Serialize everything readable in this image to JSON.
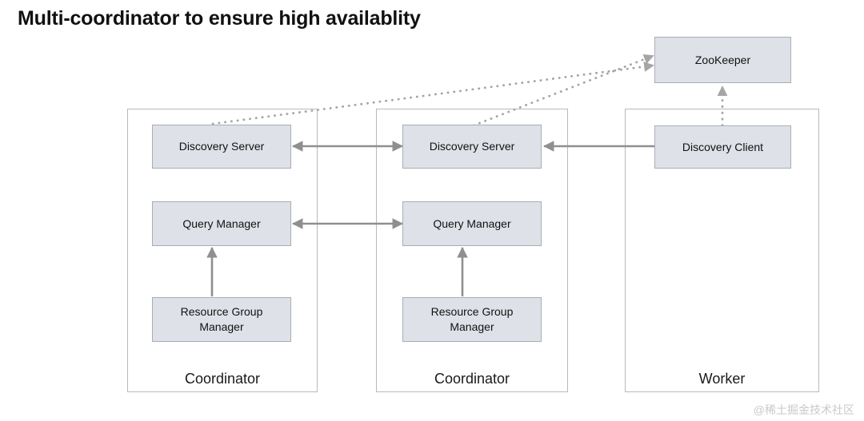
{
  "title": "Multi-coordinator to ensure high availablity",
  "watermark": "@稀土掘金技术社区",
  "colors": {
    "node_fill": "#dee2e8",
    "node_border": "#a8adb4",
    "group_border": "#b9b9b9",
    "arrow": "#8f8f8f",
    "dotted_arrow": "#a6a6a6",
    "text": "#111111",
    "watermark": "#c9c9c9",
    "background": "#ffffff"
  },
  "groups": [
    {
      "id": "coordinator-1",
      "label": "Coordinator"
    },
    {
      "id": "coordinator-2",
      "label": "Coordinator"
    },
    {
      "id": "worker",
      "label": "Worker"
    }
  ],
  "nodes": [
    {
      "id": "zookeeper",
      "label": "ZooKeeper"
    },
    {
      "id": "discovery-server-1",
      "label": "Discovery Server"
    },
    {
      "id": "query-manager-1",
      "label": "Query  Manager"
    },
    {
      "id": "resource-group-manager-1",
      "label": "Resource Group\nManager"
    },
    {
      "id": "discovery-server-2",
      "label": "Discovery Server"
    },
    {
      "id": "query-manager-2",
      "label": "Query  Manager"
    },
    {
      "id": "resource-group-manager-2",
      "label": "Resource Group\nManager"
    },
    {
      "id": "discovery-client",
      "label": "Discovery Client"
    }
  ],
  "edges": [
    {
      "id": "ds1-ds2",
      "from": "discovery-server-1",
      "to": "discovery-server-2",
      "style": "solid",
      "heads": "both"
    },
    {
      "id": "qm1-qm2",
      "from": "query-manager-1",
      "to": "query-manager-2",
      "style": "solid",
      "heads": "both"
    },
    {
      "id": "rgm1-qm1",
      "from": "resource-group-manager-1",
      "to": "query-manager-1",
      "style": "solid",
      "heads": "end"
    },
    {
      "id": "rgm2-qm2",
      "from": "resource-group-manager-2",
      "to": "query-manager-2",
      "style": "solid",
      "heads": "end"
    },
    {
      "id": "dc-ds2",
      "from": "discovery-client",
      "to": "discovery-server-2",
      "style": "solid",
      "heads": "end"
    },
    {
      "id": "ds1-zk",
      "from": "discovery-server-1",
      "to": "zookeeper",
      "style": "dotted",
      "heads": "end"
    },
    {
      "id": "ds2-zk",
      "from": "discovery-server-2",
      "to": "zookeeper",
      "style": "dotted",
      "heads": "end"
    },
    {
      "id": "dc-zk",
      "from": "discovery-client",
      "to": "zookeeper",
      "style": "dotted",
      "heads": "end"
    }
  ]
}
